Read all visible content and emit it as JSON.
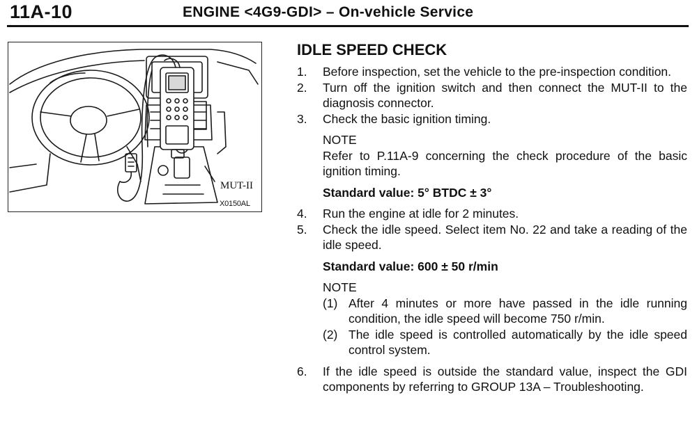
{
  "header": {
    "page_number": "11A-10",
    "title": "ENGINE <4G9-GDI> – On-vehicle Service"
  },
  "figure": {
    "callout_label": "MUT-II",
    "figure_code": "X0150AL"
  },
  "section": {
    "title": "IDLE SPEED CHECK",
    "steps": [
      {
        "num": "1.",
        "text": "Before inspection, set the vehicle to the pre-inspection condition."
      },
      {
        "num": "2.",
        "text": "Turn off the ignition switch and then connect the MUT-II to the diagnosis connector."
      },
      {
        "num": "3.",
        "text": "Check the basic ignition timing."
      }
    ],
    "note1_label": "NOTE",
    "note1_text": "Refer to P.11A-9 concerning the check procedure of the basic ignition timing.",
    "standard1": "Standard value: 5° BTDC ± 3°",
    "steps2": [
      {
        "num": "4.",
        "text": "Run the engine at idle for 2 minutes."
      },
      {
        "num": "5.",
        "text": "Check the idle speed. Select item No. 22 and take a reading of the idle speed."
      }
    ],
    "standard2": "Standard value: 600 ± 50 r/min",
    "note2_label": "NOTE",
    "note2_items": [
      {
        "num": "(1)",
        "text": "After 4 minutes or more have passed in the idle running condition, the idle speed will become 750 r/min."
      },
      {
        "num": "(2)",
        "text": "The idle speed is controlled automatically by the idle speed control system."
      }
    ],
    "step6": {
      "num": "6.",
      "text": "If the idle speed is outside the standard value, inspect the GDI components by referring to GROUP 13A – Troubleshooting."
    }
  }
}
